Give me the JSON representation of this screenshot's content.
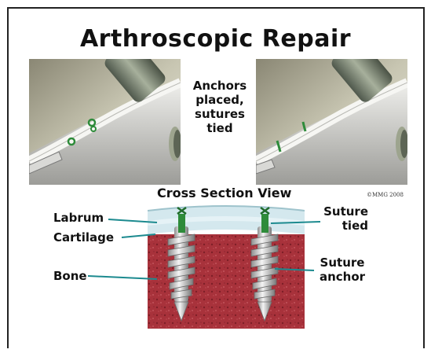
{
  "title": "Arthroscopic Repair",
  "middle_caption": "Anchors\nplaced,\nsutures\ntied",
  "cross_section_title": "Cross Section View",
  "copyright": "©MMG 2008",
  "labels": {
    "labrum": "Labrum",
    "cartilage": "Cartilage",
    "bone": "Bone",
    "suture_tied": "Suture\ntied",
    "suture_anchor": "Suture\nanchor"
  },
  "colors": {
    "bone": "#a8323b",
    "cartilage": "#cfe6ec",
    "suture": "#2e8b3a",
    "anchor": "#d8d8d8",
    "leader": "#1c8a8f"
  }
}
